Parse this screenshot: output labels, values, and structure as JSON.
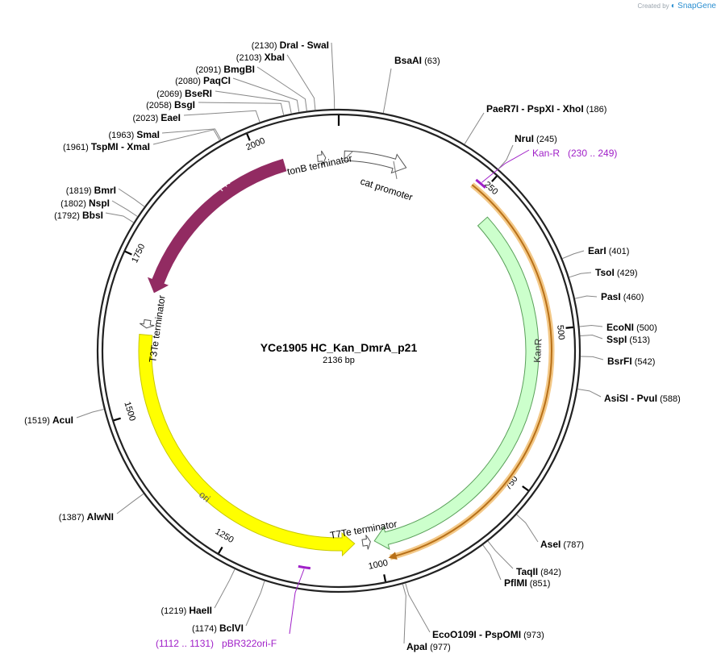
{
  "credit": {
    "prefix": "Created by",
    "brand": "SnapGene"
  },
  "plasmid": {
    "name": "YCe1905 HC_Kan_DmrA_p21",
    "length_label": "2136 bp",
    "length": 2136
  },
  "colors": {
    "fkbp": "#922b62",
    "kanr": "#ccffcc",
    "ori": "#ffff00",
    "kanr_outline": "#5aa05a",
    "primer": "#a020c8",
    "primer_highlight": "#f2c27a",
    "primer_line": "#b87018",
    "backbone": "#222222"
  },
  "ticks": [
    {
      "pos": 0,
      "label": ""
    },
    {
      "pos": 250,
      "label": "250"
    },
    {
      "pos": 500,
      "label": "500"
    },
    {
      "pos": 750,
      "label": "750"
    },
    {
      "pos": 1000,
      "label": "1000"
    },
    {
      "pos": 1250,
      "label": "1250"
    },
    {
      "pos": 1500,
      "label": "1500"
    },
    {
      "pos": 1750,
      "label": "1750"
    },
    {
      "pos": 2000,
      "label": "2000"
    }
  ],
  "features": [
    {
      "name": "FKBP",
      "type": "cds",
      "start": 1705,
      "end": 2040,
      "strand": -1,
      "color": "#922b62",
      "label_color": "#ffffff"
    },
    {
      "name": "KanR",
      "type": "cds",
      "start": 285,
      "end": 1005,
      "strand": 1,
      "color": "#ccffcc",
      "label_color": "#333333"
    },
    {
      "name": "ori",
      "type": "origin",
      "start": 1040,
      "end": 1630,
      "strand": -1,
      "color": "#ffff00",
      "label_color": "#555555"
    },
    {
      "name": "tonB terminator",
      "type": "terminator",
      "start": 2085,
      "end": 2125,
      "strand": 1
    },
    {
      "name": "cat promoter",
      "type": "promoter",
      "start": 10,
      "end": 120,
      "strand": 1
    },
    {
      "name": "T7Te terminator",
      "type": "terminator",
      "start": 1010,
      "end": 1030,
      "strand": -1
    },
    {
      "name": "T3Te terminator",
      "type": "terminator",
      "start": 1640,
      "end": 1660,
      "strand": -1
    }
  ],
  "primers": [
    {
      "name": "Kan-R",
      "range": "(230 .. 249)",
      "start": 230,
      "end": 249,
      "strand": 1
    },
    {
      "name": "pBR322ori-F",
      "range": "(1112 .. 1131)",
      "start": 1112,
      "end": 1131,
      "strand": 1
    }
  ],
  "sites": [
    {
      "names": [
        "BsaAI"
      ],
      "pos": "(63)",
      "loc": 63
    },
    {
      "names": [
        "PaeR7I",
        "PspXI",
        "XhoI"
      ],
      "pos": "(186)",
      "loc": 186
    },
    {
      "names": [
        "NruI"
      ],
      "pos": "(245)",
      "loc": 245
    },
    {
      "names": [
        "EarI"
      ],
      "pos": "(401)",
      "loc": 401
    },
    {
      "names": [
        "TsoI"
      ],
      "pos": "(429)",
      "loc": 429
    },
    {
      "names": [
        "PasI"
      ],
      "pos": "(460)",
      "loc": 460
    },
    {
      "names": [
        "EcoNI"
      ],
      "pos": "(500)",
      "loc": 500
    },
    {
      "names": [
        "SspI"
      ],
      "pos": "(513)",
      "loc": 513
    },
    {
      "names": [
        "BsrFI"
      ],
      "pos": "(542)",
      "loc": 542
    },
    {
      "names": [
        "AsiSI",
        "PvuI"
      ],
      "pos": "(588)",
      "loc": 588
    },
    {
      "names": [
        "AseI"
      ],
      "pos": "(787)",
      "loc": 787
    },
    {
      "names": [
        "TaqII"
      ],
      "pos": "(842)",
      "loc": 842
    },
    {
      "names": [
        "PflMI"
      ],
      "pos": "(851)",
      "loc": 851
    },
    {
      "names": [
        "EcoO109I",
        "PspOMI"
      ],
      "pos": "(973)",
      "loc": 973
    },
    {
      "names": [
        "ApaI"
      ],
      "pos": "(977)",
      "loc": 977
    },
    {
      "names": [
        "BclVI"
      ],
      "pos": "(1174)",
      "loc": 1174
    },
    {
      "names": [
        "HaeII"
      ],
      "pos": "(1219)",
      "loc": 1219
    },
    {
      "names": [
        "AlwNI"
      ],
      "pos": "(1387)",
      "loc": 1387
    },
    {
      "names": [
        "AcuI"
      ],
      "pos": "(1519)",
      "loc": 1519
    },
    {
      "names": [
        "BbsI"
      ],
      "pos": "(1792)",
      "loc": 1792
    },
    {
      "names": [
        "NspI"
      ],
      "pos": "(1802)",
      "loc": 1802
    },
    {
      "names": [
        "BmrI"
      ],
      "pos": "(1819)",
      "loc": 1819
    },
    {
      "names": [
        "TspMI",
        "XmaI"
      ],
      "pos": "(1961)",
      "loc": 1961
    },
    {
      "names": [
        "SmaI"
      ],
      "pos": "(1963)",
      "loc": 1963
    },
    {
      "names": [
        "EaeI"
      ],
      "pos": "(2023)",
      "loc": 2023
    },
    {
      "names": [
        "BsgI"
      ],
      "pos": "(2058)",
      "loc": 2058
    },
    {
      "names": [
        "BseRI"
      ],
      "pos": "(2069)",
      "loc": 2069
    },
    {
      "names": [
        "PaqCI"
      ],
      "pos": "(2080)",
      "loc": 2080
    },
    {
      "names": [
        "BmgBI"
      ],
      "pos": "(2091)",
      "loc": 2091
    },
    {
      "names": [
        "XbaI"
      ],
      "pos": "(2103)",
      "loc": 2103
    },
    {
      "names": [
        "DraI",
        "SwaI"
      ],
      "pos": "(2130)",
      "loc": 2130
    }
  ]
}
